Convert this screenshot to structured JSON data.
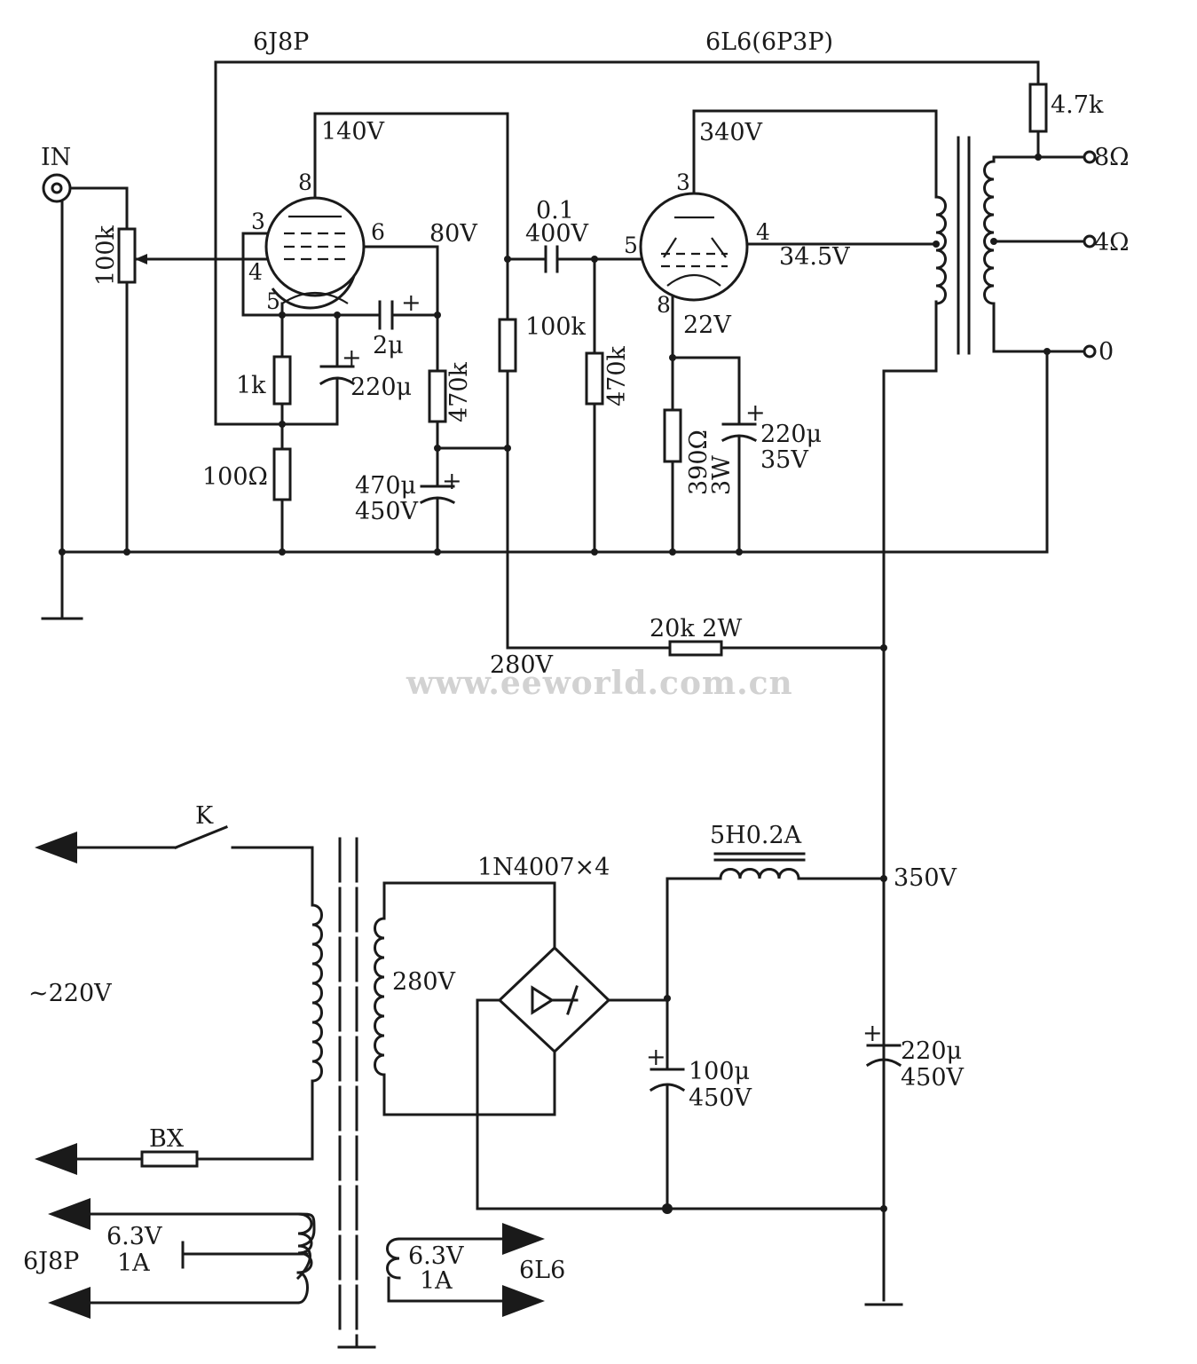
{
  "tubes": {
    "preamp": "6J8P",
    "power": "6L6(6P3P)"
  },
  "input": {
    "label": "IN"
  },
  "voltages": {
    "v140": "140V",
    "v80": "80V",
    "v340": "340V",
    "v345": "34.5V",
    "v22": "22V",
    "v280_node": "280V",
    "v350": "350V",
    "v280_sec": "280V",
    "mains": "~220V"
  },
  "pins": {
    "pre_8": "8",
    "pre_3": "3",
    "pre_4": "4",
    "pre_5": "5",
    "pre_6": "6",
    "pow_3": "3",
    "pow_4": "4",
    "pow_5": "5",
    "pow_8": "8"
  },
  "components": {
    "pot": "100k",
    "r_1k": "1k",
    "r_100ohm": "100Ω",
    "c_220u_a": "220μ",
    "c_2u": "2μ",
    "r_470k_a": "470k",
    "c_470u": "470μ",
    "c_470u_v": "450V",
    "r_100k": "100k",
    "c_01": "0.1",
    "c_01_v": "400V",
    "r_470k_b": "470k",
    "r_390": "390Ω",
    "r_390_w": "3W",
    "c_220u_b": "220μ",
    "c_220u_b_v": "35V",
    "r_47k": "4.7k",
    "r_20k": "20k 2W",
    "bridge": "1N4007×4",
    "choke": "5H0.2A",
    "c_100u": "100μ",
    "c_100u_v": "450V",
    "c_220u_c": "220μ",
    "c_220u_c_v": "450V",
    "switch": "K",
    "fuse": "BX"
  },
  "outputs": {
    "o8": "8Ω",
    "o4": "4Ω",
    "o0": "0"
  },
  "heaters": {
    "left_v": "6.3V",
    "left_a": "1A",
    "left_tube": "6J8P",
    "right_v": "6.3V",
    "right_a": "1A",
    "right_tube": "6L6"
  },
  "watermark": "www.eeworld.com.cn"
}
